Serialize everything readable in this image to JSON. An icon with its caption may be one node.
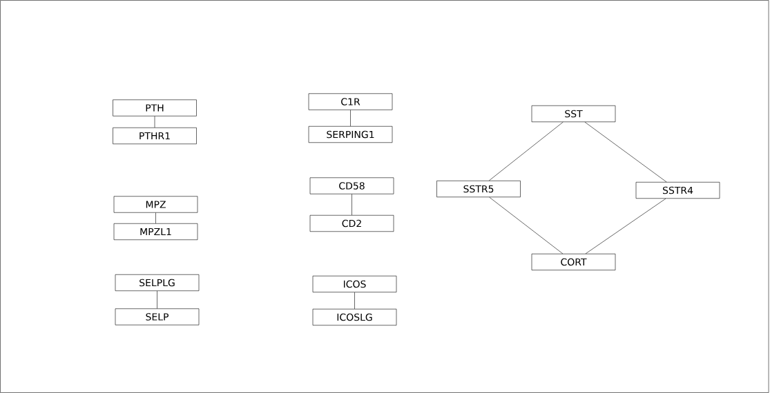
{
  "diagram": {
    "nodes": [
      {
        "text": [
          "PTH"
        ]
      },
      {
        "text": [
          "PTHR1"
        ]
      },
      {
        "text": [
          "MPZ"
        ]
      },
      {
        "text": [
          "MPZL1"
        ]
      },
      {
        "text": [
          "SELPLG"
        ]
      },
      {
        "text": [
          "SELP"
        ]
      },
      {
        "text": [
          "C1R"
        ]
      },
      {
        "text": [
          "SERPING1"
        ]
      },
      {
        "text": [
          "CD58"
        ]
      },
      {
        "text": [
          "CD2"
        ]
      },
      {
        "text": [
          "ICOS"
        ]
      },
      {
        "text": [
          "ICOSLG"
        ]
      },
      {
        "text": [
          "SST"
        ]
      },
      {
        "text": [
          "SSTR5"
        ]
      },
      {
        "text": [
          "SSTR4"
        ]
      },
      {
        "text": [
          "CORT"
        ]
      }
    ],
    "edges": [
      {
        "from": 0,
        "to": 1,
        "arrow": "none"
      },
      {
        "from": 2,
        "to": 3,
        "arrow": "none"
      },
      {
        "from": 4,
        "to": 5,
        "arrow": "none"
      },
      {
        "from": 6,
        "to": 7,
        "arrow": "none"
      },
      {
        "from": 8,
        "to": 9,
        "arrow": "none"
      },
      {
        "from": 10,
        "to": 11,
        "arrow": "none"
      },
      {
        "from": 12,
        "to": 13,
        "arrow": "none"
      },
      {
        "from": 12,
        "to": 14,
        "arrow": "none"
      },
      {
        "from": 13,
        "to": 15,
        "arrow": "none"
      },
      {
        "from": 14,
        "to": 15,
        "arrow": "none"
      }
    ]
  }
}
